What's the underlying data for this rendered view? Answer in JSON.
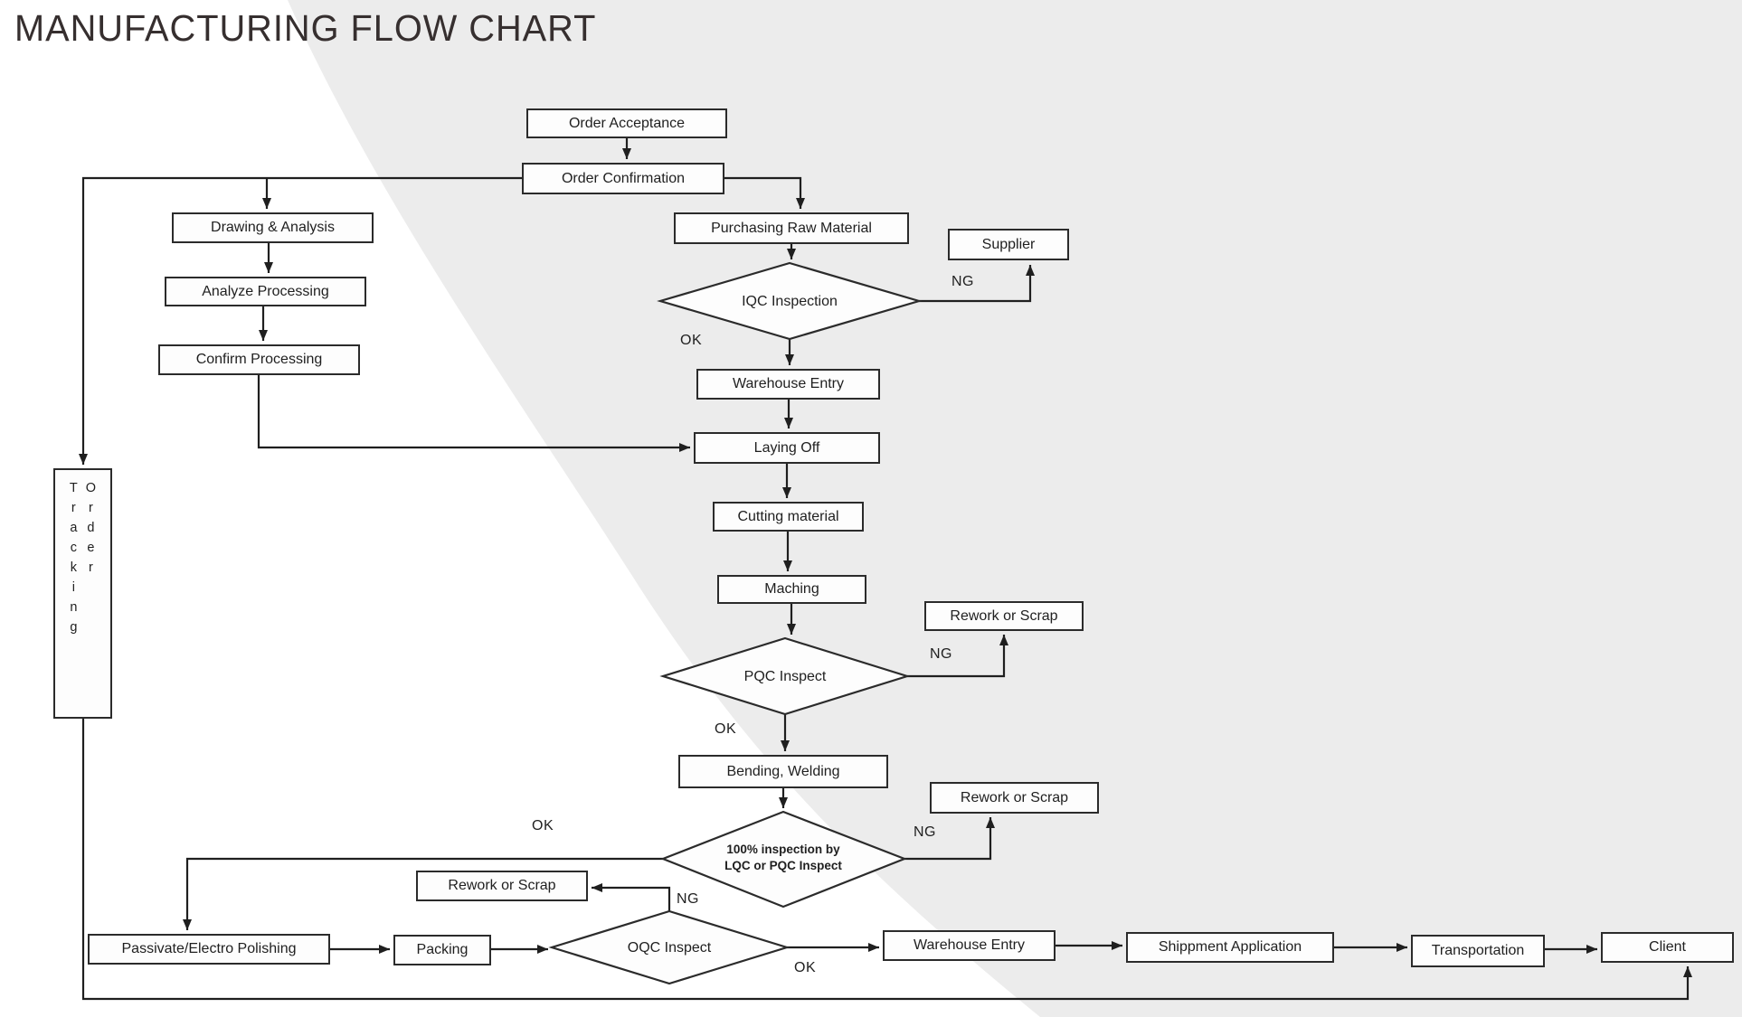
{
  "title": "MANUFACTURING FLOW CHART",
  "colors": {
    "line": "#1f1f1f",
    "box_border": "#2b2b2b",
    "box_fill": "#fdfdfd",
    "swoosh": "#ececec",
    "text": "#1f1f1f",
    "title_text": "#362f2f"
  },
  "nodes": {
    "order_acceptance": "Order Acceptance",
    "order_confirmation": "Order Confirmation",
    "drawing_analysis": "Drawing & Analysis",
    "analyze_processing": "Analyze Processing",
    "confirm_processing": "Confirm Processing",
    "purchasing_raw_material": "Purchasing Raw Material",
    "supplier": "Supplier",
    "warehouse_entry_1": "Warehouse Entry",
    "laying_off": "Laying Off",
    "cutting_material": "Cutting material",
    "maching": "Maching",
    "rework_or_scrap_1": "Rework or Scrap",
    "bending_welding": "Bending, Welding",
    "rework_or_scrap_2": "Rework or Scrap",
    "rework_or_scrap_3": "Rework or Scrap",
    "passivate_electro_polishing": "Passivate/Electro Polishing",
    "packing": "Packing",
    "warehouse_entry_2": "Warehouse Entry",
    "shippment_application": "Shippment Application",
    "transportation": "Transportation",
    "client": "Client"
  },
  "decisions": {
    "iqc": "IQC Inspection",
    "pqc": "PQC Inspect",
    "insp100_line1": "100% inspection by",
    "insp100_line2": "LQC or PQC Inspect",
    "oqc": "OQC Inspect"
  },
  "edge_labels": {
    "iqc_ng": "NG",
    "iqc_ok": "OK",
    "pqc_ng": "NG",
    "pqc_ok": "OK",
    "insp100_ng": "NG",
    "insp100_ok": "OK",
    "oqc_ng": "NG",
    "oqc_ok": "OK"
  },
  "tracking": {
    "col1": "T\nr\na\nc\nk\ni\nn\ng",
    "col2": "O\nr\nd\ne\nr"
  }
}
